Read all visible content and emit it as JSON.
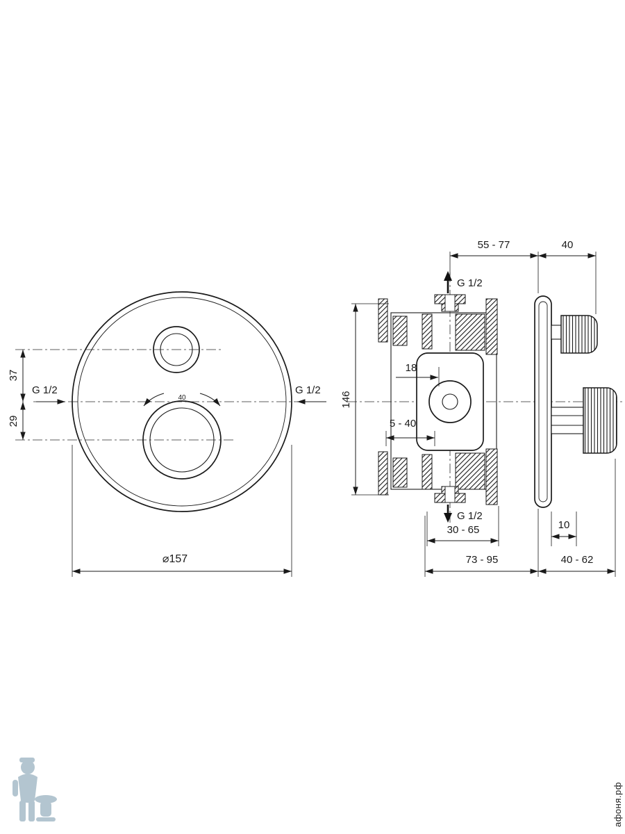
{
  "front_view": {
    "dim_offset_top": "37",
    "dim_offset_bottom": "29",
    "inlet_left": "G 1/2",
    "inlet_right": "G 1/2",
    "knob_temp_mark": "40",
    "dim_diameter": "⌀157"
  },
  "side_view": {
    "dim_depth_body": "55 - 77",
    "dim_handle_depth": "40",
    "outlet_top": "G 1/2",
    "dim_cartridge_offset": "18",
    "dim_height": "146",
    "dim_adjust_range": "5 - 40",
    "outlet_bottom": "G 1/2",
    "dim_rough_in_depth": "30 - 65",
    "dim_plate_overlap": "10",
    "dim_total_depth": "73 - 95",
    "dim_trim_depth": "40 - 62"
  },
  "watermark": {
    "site": "афоня.рф",
    "color": "#b3c5d0"
  },
  "colors": {
    "line": "#1a1a1a",
    "background": "#ffffff"
  }
}
